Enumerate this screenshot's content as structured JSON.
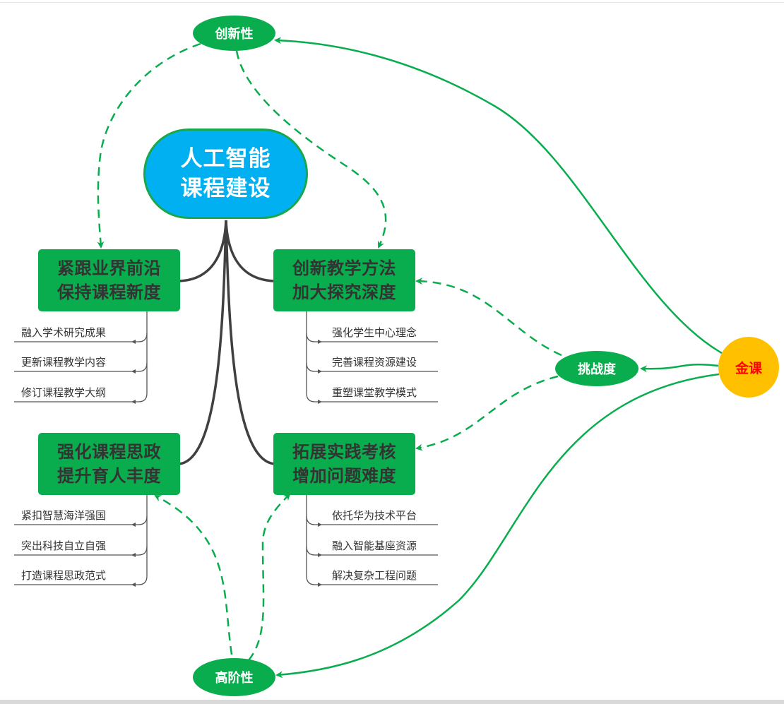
{
  "center": {
    "line1": "人工智能",
    "line2": "课程建设"
  },
  "topics": [
    {
      "line1": "紧跟业界前沿",
      "line2": "保持课程新度",
      "items": [
        "融入学术研究成果",
        "更新课程教学内容",
        "修订课程教学大纲"
      ]
    },
    {
      "line1": "创新教学方法",
      "line2": "加大探究深度",
      "items": [
        "强化学生中心理念",
        "完善课程资源建设",
        "重塑课堂教学模式"
      ]
    },
    {
      "line1": "强化课程思政",
      "line2": "提升育人丰度",
      "items": [
        "紧扣智慧海洋强国",
        "突出科技自立自强",
        "打造课程思政范式"
      ]
    },
    {
      "line1": "拓展实践考核",
      "line2": "增加问题难度",
      "items": [
        "依托华为技术平台",
        "融入智能基座资源",
        "解决复杂工程问题"
      ]
    }
  ],
  "attributes": {
    "innovation": "创新性",
    "challenge": "挑战度",
    "higher_order": "高阶性"
  },
  "gold_course": "金课",
  "colors": {
    "center_fill": "#00b0f0",
    "topic_fill": "#0aad4e",
    "link_green": "#0aad4e",
    "gold_fill": "#ffc000",
    "gold_text": "#ff0000",
    "branch_line": "#404040"
  }
}
